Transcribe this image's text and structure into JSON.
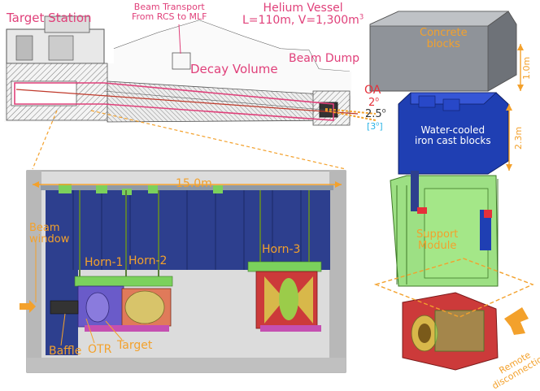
{
  "top_section": {
    "target_station": "Target Station",
    "beam_transport_line1": "Beam Transport",
    "beam_transport_line2": "From RCS to MLF",
    "helium_vessel_line1": "Helium Vessel",
    "helium_vessel_line2": "L=110m, V=1,300m",
    "helium_vessel_sup": "3",
    "decay_volume": "Decay Volume",
    "beam_dump": "Beam Dump",
    "oa": "OA",
    "oa_2": "2",
    "oa_25": "2.5",
    "oa_3": "[3",
    "deg": "o",
    "oa_3_close": "]"
  },
  "horn_section": {
    "length": "15.0m",
    "beam_window_line1": "Beam",
    "beam_window_line2": "window",
    "horn1": "Horn-1",
    "horn2": "Horn-2",
    "horn3": "Horn-3",
    "baffle": "Baffle",
    "otr": "OTR",
    "target": "Target"
  },
  "right_section": {
    "concrete_line1": "Concrete",
    "concrete_line2": "blocks",
    "height_top": "1.0m",
    "water_line1": "Water-cooled",
    "water_line2": "iron cast blocks",
    "height_mid": "2.3m",
    "support_line1": "Support",
    "support_line2": "Module",
    "remote_line1": "Remote",
    "remote_line2": "disconnection"
  },
  "colors": {
    "pink": "#e0407a",
    "orange": "#f3a12c",
    "blue_block": "#1f3fb3",
    "green_module": "#7bd15c",
    "cyan": "#29b3e6"
  }
}
